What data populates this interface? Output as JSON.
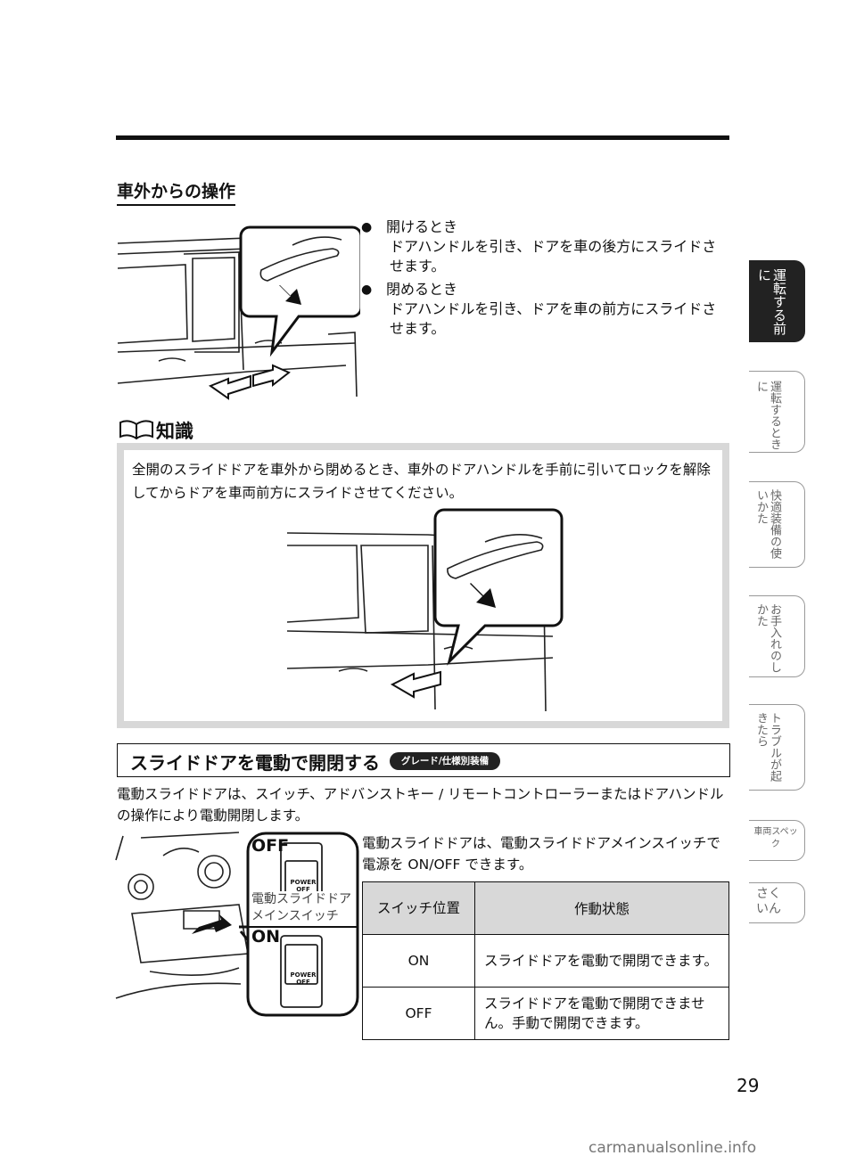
{
  "section_title": "車外からの操作",
  "bullets": [
    {
      "head": "開けるとき",
      "body": "ドアハンドルを引き、ドアを車の後方にスライドさせます。"
    },
    {
      "head": "閉めるとき",
      "body": "ドアハンドルを引き、ドアを車の前方にスライドさせます。"
    }
  ],
  "knowledge": {
    "title": "知識",
    "text": "全開のスライドドアを車外から閉めるとき、車外のドアハンドルを手前に引いてロックを解除してからドアを車両前方にスライドさせてください。"
  },
  "section2": {
    "title": "スライドドアを電動で開閉する",
    "badge": "グレード/仕様別装備",
    "description": "電動スライドドアは、スイッチ、アドバンストキー / リモートコントローラーまたはドアハンドルの操作により電動開閉します。",
    "description2": "電動スライドドアは、電動スライドドアメインスイッチで電源を ON/OFF できます。"
  },
  "figure": {
    "off_label": "OFF",
    "on_label": "ON",
    "switch_label": "電動スライドドアメインスイッチ",
    "switch_text_1": "POWER",
    "switch_text_2": "OFF"
  },
  "table": {
    "headers": [
      "スイッチ位置",
      "作動状態"
    ],
    "rows": [
      {
        "pos": "ON",
        "state": "スライドドアを電動で開閉できます。"
      },
      {
        "pos": "OFF",
        "state": "スライドドアを電動で開閉できません。手動で開閉できます。"
      }
    ]
  },
  "tabs": [
    {
      "label": "運転する前に"
    },
    {
      "label": "運転するときに"
    },
    {
      "label": "快適装備の使いかた"
    },
    {
      "label": "お手入れのしかた"
    },
    {
      "label": "トラブルが起きたら"
    },
    {
      "label": "車両スペック"
    },
    {
      "label": "さくいん"
    }
  ],
  "page_number": "29",
  "watermark": "carmanualsonline.info"
}
